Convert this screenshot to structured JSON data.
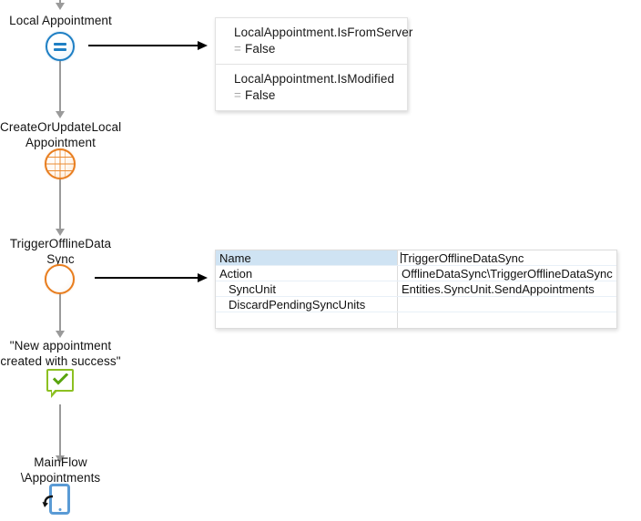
{
  "flow": {
    "nodes": [
      {
        "label": "Local Appointment",
        "icon": "assign-equals-icon"
      },
      {
        "label": "CreateOrUpdateLocal\nAppointment",
        "icon": "server-action-globe-icon"
      },
      {
        "label": "TriggerOfflineData\nSync",
        "icon": "client-action-circle-icon"
      },
      {
        "label": "\"New appointment\ncreated with success\"",
        "icon": "message-success-icon"
      },
      {
        "label": "MainFlow\n\\Appointments",
        "icon": "destination-screen-icon"
      }
    ]
  },
  "watch_panel": {
    "rows": [
      {
        "expression": "LocalAppointment.IsFromServer",
        "equals": "=",
        "value": "False"
      },
      {
        "expression": "LocalAppointment.IsModified",
        "equals": "=",
        "value": "False"
      }
    ]
  },
  "properties": {
    "rows": [
      {
        "name": "Name",
        "value": "TriggerOfflineDataSync",
        "selected": true,
        "indent": false,
        "caret": true
      },
      {
        "name": "Action",
        "value": "OfflineDataSync\\TriggerOfflineDataSync",
        "selected": false,
        "indent": false,
        "caret": false
      },
      {
        "name": "SyncUnit",
        "value": "Entities.SyncUnit.SendAppointments",
        "selected": false,
        "indent": true,
        "caret": false
      },
      {
        "name": "DiscardPendingSyncUnits",
        "value": "",
        "selected": false,
        "indent": true,
        "caret": false
      }
    ]
  },
  "colors": {
    "assign_blue": "#1e7fc4",
    "action_orange": "#e87d1e",
    "message_green": "#8cc021",
    "screen_blue": "#5a9bd5",
    "connector_gray": "#9a9a9a",
    "grid_selection": "#cfe3f3"
  }
}
